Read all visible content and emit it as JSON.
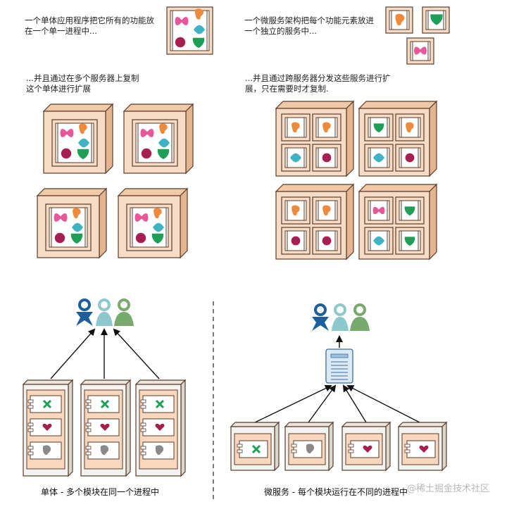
{
  "texts": {
    "mono_desc": [
      "一个单体应用程序把它所有的功能放",
      "在一个单一进程中..."
    ],
    "micro_desc": [
      "一个微服务架构把每个功能元素放进",
      "一个独立的服务中..."
    ],
    "mono_scale": [
      "...并且通过在多个服务器上复制",
      "这个单体进行扩展"
    ],
    "micro_scale": [
      "...并且通过跨服务器分发这些服务进行扩",
      "展，只在需要时才复制."
    ],
    "caption_mono": "单体 - 多个模块在同一个进程中",
    "caption_micro": "微服务 - 每个模块运行在不同的进程中",
    "watermark": "@稀土掘金技术社区"
  },
  "colors": {
    "wood": "#f6dcc4",
    "wood_stroke": "#5a3b2b",
    "pink": "#e7579a",
    "orange": "#ee8a3c",
    "teal": "#3fb3c4",
    "green": "#1f9e58",
    "maroon": "#a71e52",
    "user_blue": "#1d5f9c",
    "user_teal": "#8ec8cf",
    "user_green": "#77aa6c",
    "server_fill": "#f2f2ee",
    "module_fill": "#f7d7bd"
  },
  "icons": [
    "pink-bowtie",
    "orange-blob",
    "teal-diamond",
    "maroon-circle",
    "green-shield",
    "users-icon",
    "load-balancer-icon"
  ]
}
